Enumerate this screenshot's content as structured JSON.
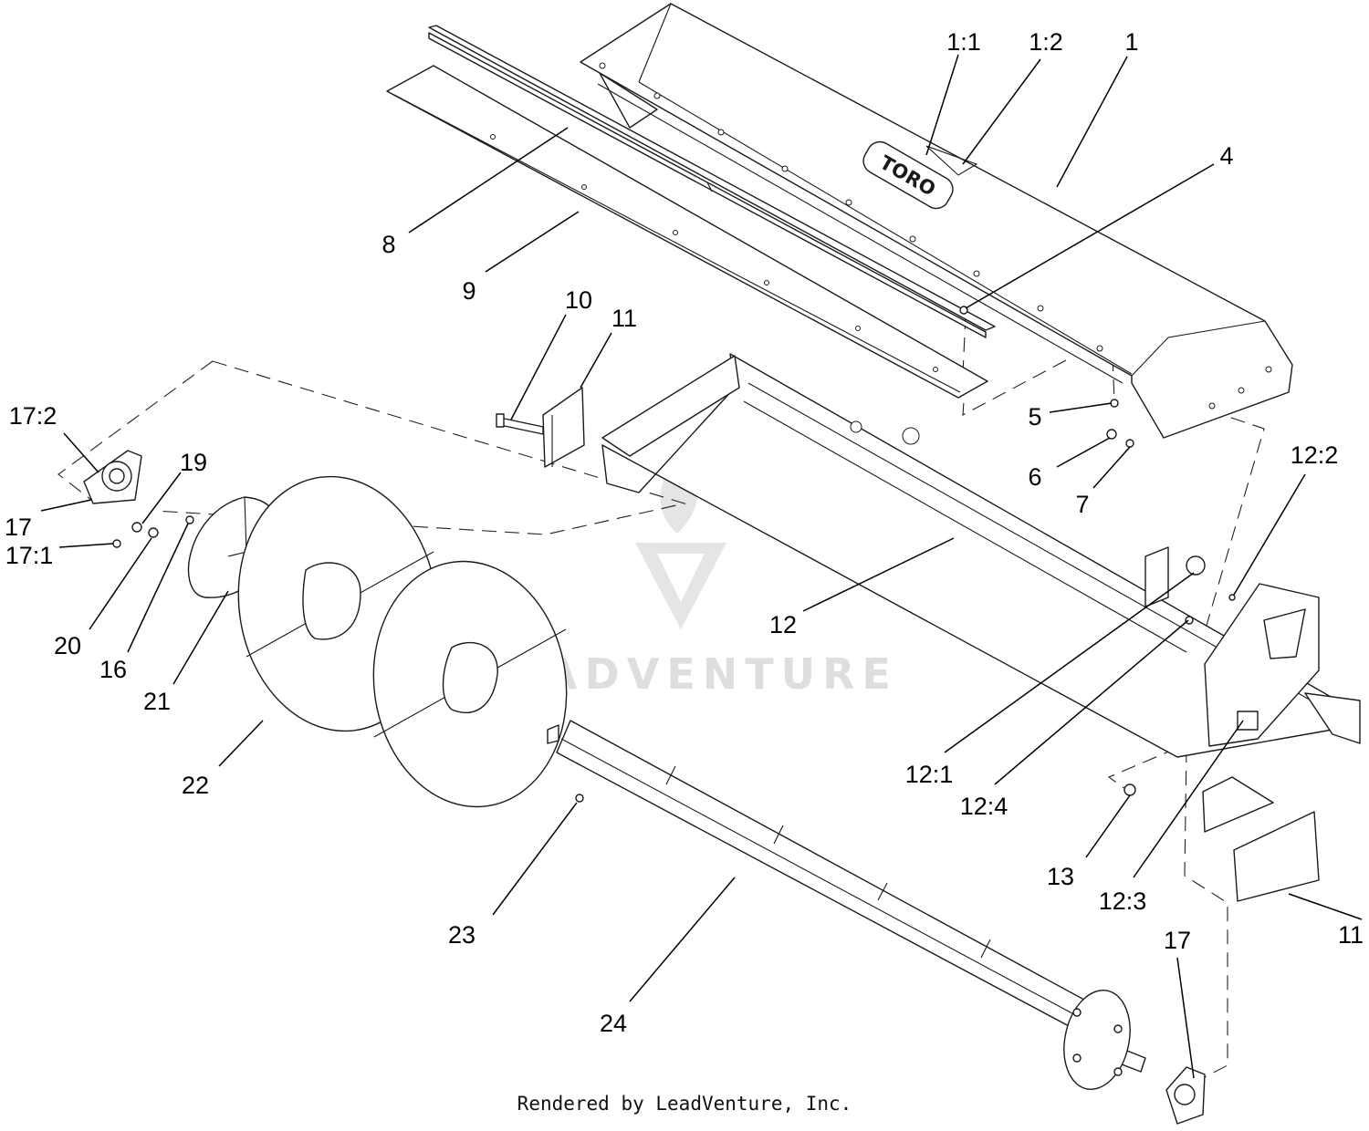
{
  "footer": {
    "text": "Rendered by LeadVenture, Inc."
  },
  "watermark": {
    "text": "LEADVENTURE"
  },
  "logo": {
    "text": "TORO"
  },
  "colors": {
    "line": "#1a1a1a",
    "watermark": "#d6d6d6",
    "background": "#ffffff"
  },
  "callouts": {
    "c1_1": "1:1",
    "c1_2": "1:2",
    "c1": "1",
    "c4": "4",
    "c8": "8",
    "c9": "9",
    "c10": "10",
    "c11_top": "11",
    "c5": "5",
    "c6": "6",
    "c7": "7",
    "c17_2": "17:2",
    "c17": "17",
    "c17_1": "17:1",
    "c19": "19",
    "c20": "20",
    "c16": "16",
    "c21": "21",
    "c22": "22",
    "c12": "12",
    "c12_2": "12:2",
    "c12_1": "12:1",
    "c12_4": "12:4",
    "c13": "13",
    "c12_3": "12:3",
    "c11_bottom": "11",
    "c23": "23",
    "c24": "24",
    "c17_bottom": "17"
  }
}
